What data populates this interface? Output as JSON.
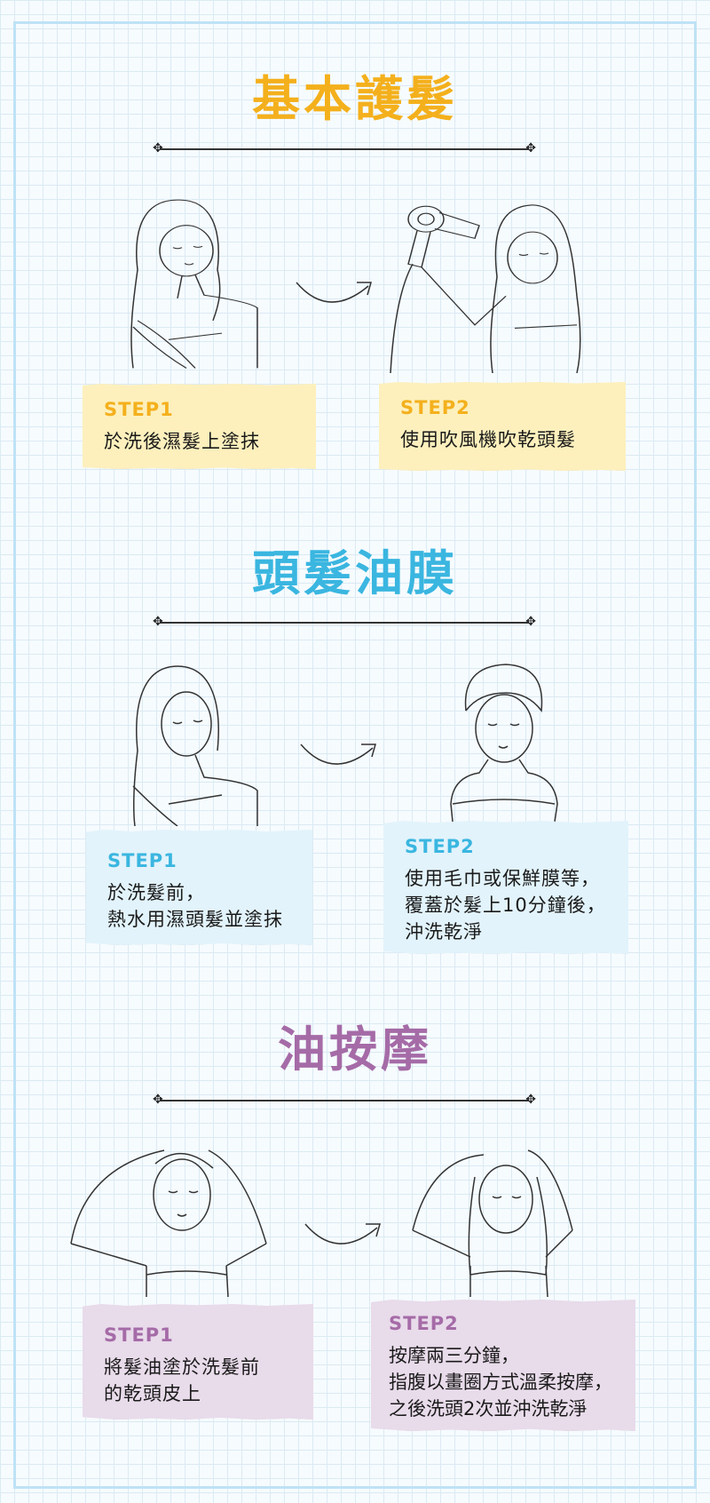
{
  "colors": {
    "yellow": "#f4b01c",
    "blue": "#3ab6e0",
    "purple": "#a56ba7"
  },
  "sections": [
    {
      "title": "基本護髮",
      "steps": [
        {
          "label": "STEP1",
          "text": "於洗後濕髮上塗抹"
        },
        {
          "label": "STEP2",
          "text": "使用吹風機吹乾頭髮"
        }
      ]
    },
    {
      "title": "頭髮油膜",
      "steps": [
        {
          "label": "STEP1",
          "text": "於洗髮前，\n熱水用濕頭髮並塗抹"
        },
        {
          "label": "STEP2",
          "text": "使用毛巾或保鮮膜等，\n覆蓋於髮上10分鐘後，\n沖洗乾淨"
        }
      ]
    },
    {
      "title": "油按摩",
      "steps": [
        {
          "label": "STEP1",
          "text": "將髮油塗於洗髮前\n的乾頭皮上"
        },
        {
          "label": "STEP2",
          "text": "按摩兩三分鐘，\n指腹以畫圈方式溫柔按摩，\n之後洗頭2次並沖洗乾淨"
        }
      ]
    }
  ]
}
